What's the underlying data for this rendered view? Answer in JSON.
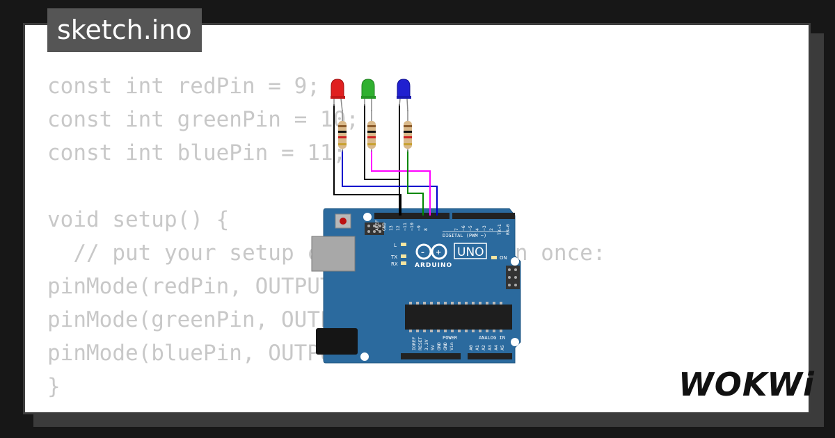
{
  "file_tab": {
    "label": "sketch.ino"
  },
  "code": {
    "lines": [
      "const int redPin = 9;",
      "const int greenPin = 10;",
      "const int bluePin = 11;",
      "",
      "void setup() {",
      "  // put your setup code here, to run once:",
      "pinMode(redPin, OUTPUT);",
      "pinMode(greenPin, OUTPUT);",
      "pinMode(bluePin, OUTPUT);",
      "}"
    ]
  },
  "board": {
    "brand": "ARDUINO",
    "model": "UNO",
    "digital_header": "DIGITAL (PWM ~)",
    "digital_pins": [
      "AREF",
      "GND",
      "13",
      "12",
      "~11",
      "~10",
      "~9",
      "8",
      "7",
      "~6",
      "~5",
      "4",
      "~3",
      "2",
      "TX→1",
      "RX←0"
    ],
    "power_header": "POWER",
    "power_pins": [
      "IOREF",
      "RESET",
      "3.3V",
      "5V",
      "GND",
      "GND",
      "Vin"
    ],
    "analog_header": "ANALOG IN",
    "analog_pins": [
      "A0",
      "A1",
      "A2",
      "A3",
      "A4",
      "A5"
    ],
    "led_l": "L",
    "led_tx": "TX",
    "led_rx": "RX",
    "led_on": "ON"
  },
  "leds": [
    {
      "name": "red",
      "color": "#e02020"
    },
    {
      "name": "green",
      "color": "#30b030"
    },
    {
      "name": "blue",
      "color": "#2020d0"
    }
  ],
  "colors": {
    "board": "#2b6a9e",
    "wire_black": "#000000",
    "wire_blue": "#0000cc",
    "wire_magenta": "#ff00ff",
    "wire_green": "#008800"
  },
  "logo": {
    "text": "WOKWi"
  }
}
